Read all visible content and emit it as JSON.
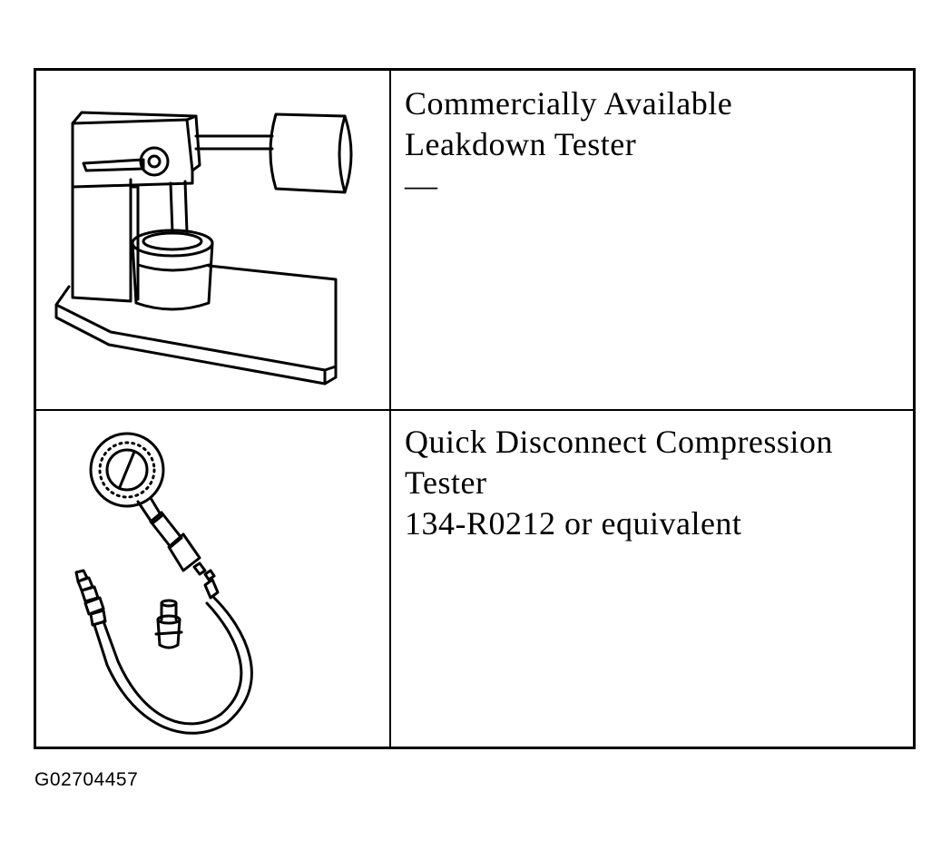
{
  "tools": [
    {
      "illustration_icon": "leakdown-tester-icon",
      "lines": [
        "Commercially Available",
        "Leakdown Tester",
        "—"
      ]
    },
    {
      "illustration_icon": "compression-tester-icon",
      "lines": [
        "Quick Disconnect Compression",
        "Tester",
        "134-R0212 or equivalent"
      ]
    }
  ],
  "figure_id": "G02704457",
  "colors": {
    "line": "#000000",
    "background": "#ffffff"
  }
}
